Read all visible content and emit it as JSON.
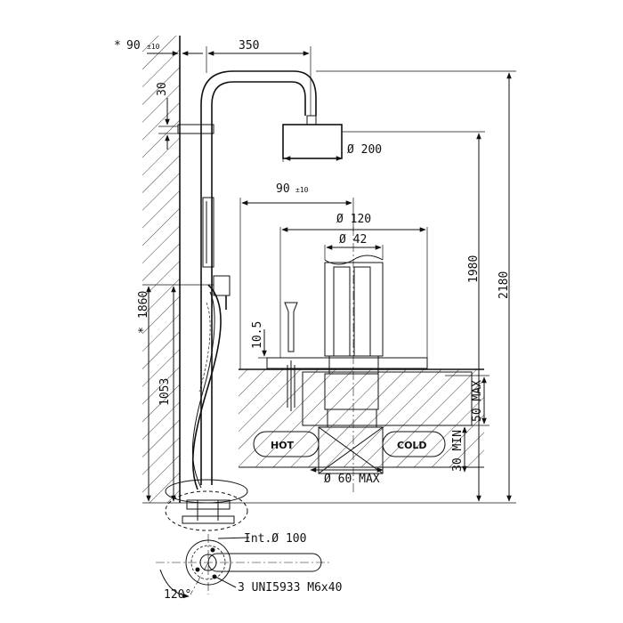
{
  "dimensions": {
    "wall_offset": "90",
    "wall_offset_tol": "±10",
    "arm_length": "350",
    "arm_drop": "30",
    "head_diameter": "Ø 200",
    "height_1980": "1980",
    "height_2180": "2180",
    "height_1860": "1860",
    "height_1053": "1053",
    "mixer_offset": "90",
    "mixer_offset_tol": "±10",
    "diameter_120": "Ø 120",
    "diameter_42": "Ø 42",
    "depth_10_5": "10.5",
    "max_50": "50 MAX",
    "min_30": "30 MIN",
    "diameter_60_max": "Ø 60 MAX",
    "base_int_diameter": "Int.Ø 100",
    "screws": "3 UNI5933  M6x40",
    "angle": "120°"
  },
  "symbols": {
    "asterisk": "*",
    "diameter_prefix": "Ø"
  },
  "labels": {
    "hot": "HOT",
    "cold": "COLD"
  }
}
